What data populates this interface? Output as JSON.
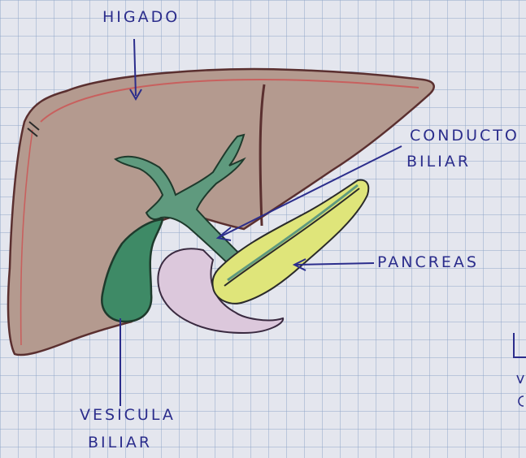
{
  "labels": {
    "liver": "HIGADO",
    "bile_duct_line1": "CONDUCTO",
    "bile_duct_line2": "BILIAR",
    "pancreas": "PANCREAS",
    "gallbladder_line1": "VESICULA",
    "gallbladder_line2": "BILIAR"
  },
  "colors": {
    "paper": "#e4e6ee",
    "grid": "#8fa6c8",
    "ink": "#2b2d8c",
    "liver_fill": "#b49a8f",
    "liver_outline": "#5a2f2f",
    "liver_red_line": "#c8605e",
    "duct_fill": "#5f9a7e",
    "gallbladder_fill": "#3e8a66",
    "pancreas_fill": "#dfe57a",
    "duodenum_fill": "#dcc8dc"
  }
}
